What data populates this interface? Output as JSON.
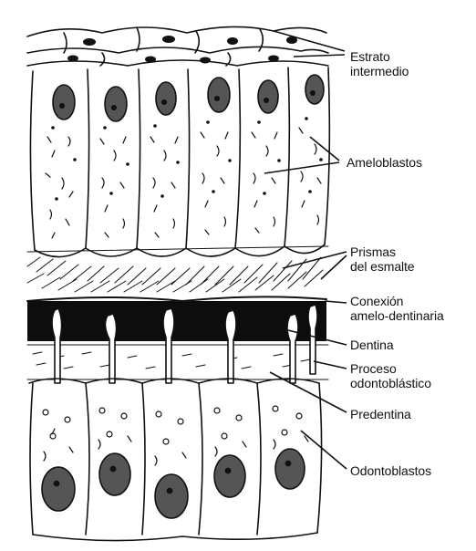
{
  "labels": {
    "estrato_line1": "Estrato",
    "estrato_line2": "intermedio",
    "ameloblastos": "Ameloblastos",
    "prismas_line1": "Prismas",
    "prismas_line2": "del esmalte",
    "conexion_line1": "Conexión",
    "conexion_line2": "amelo-dentinaria",
    "dentina": "Dentina",
    "proceso_line1": "Proceso",
    "proceso_line2": "odontoblástico",
    "predentina": "Predentina",
    "odontoblastos": "Odontoblastos"
  },
  "colors": {
    "ink": "#111111",
    "nucleus": "#555555",
    "dentin_band": "#0d0d0d",
    "background": "#ffffff"
  }
}
